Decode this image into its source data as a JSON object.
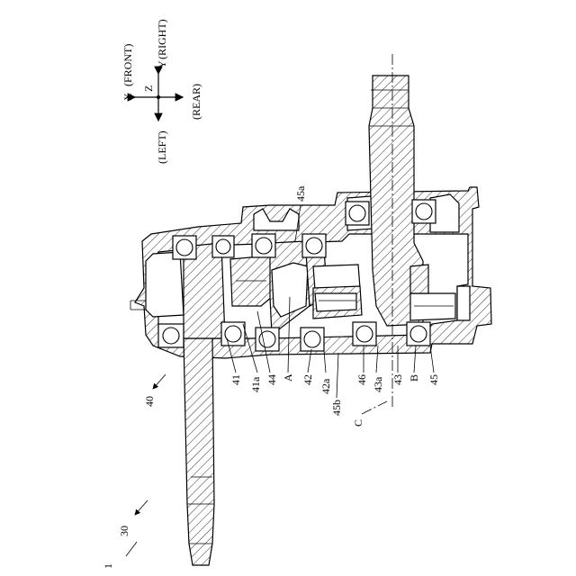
{
  "axes": {
    "x_label": "X",
    "front": "(FRONT)",
    "y_label": "Y",
    "right": "(RIGHT)",
    "z_label": "Z",
    "rear": "(REAR)",
    "left": "(LEFT)"
  },
  "labels": {
    "l_1": "1",
    "l_30": "30",
    "l_40": "40",
    "l_41": "41",
    "l_41a": "41a",
    "l_44": "44",
    "l_A": "A",
    "l_42": "42",
    "l_42a": "42a",
    "l_45b": "45b",
    "l_C": "C",
    "l_46": "46",
    "l_43a": "43a",
    "l_43": "43",
    "l_B": "B",
    "l_45": "45",
    "l_45a": "45a"
  }
}
